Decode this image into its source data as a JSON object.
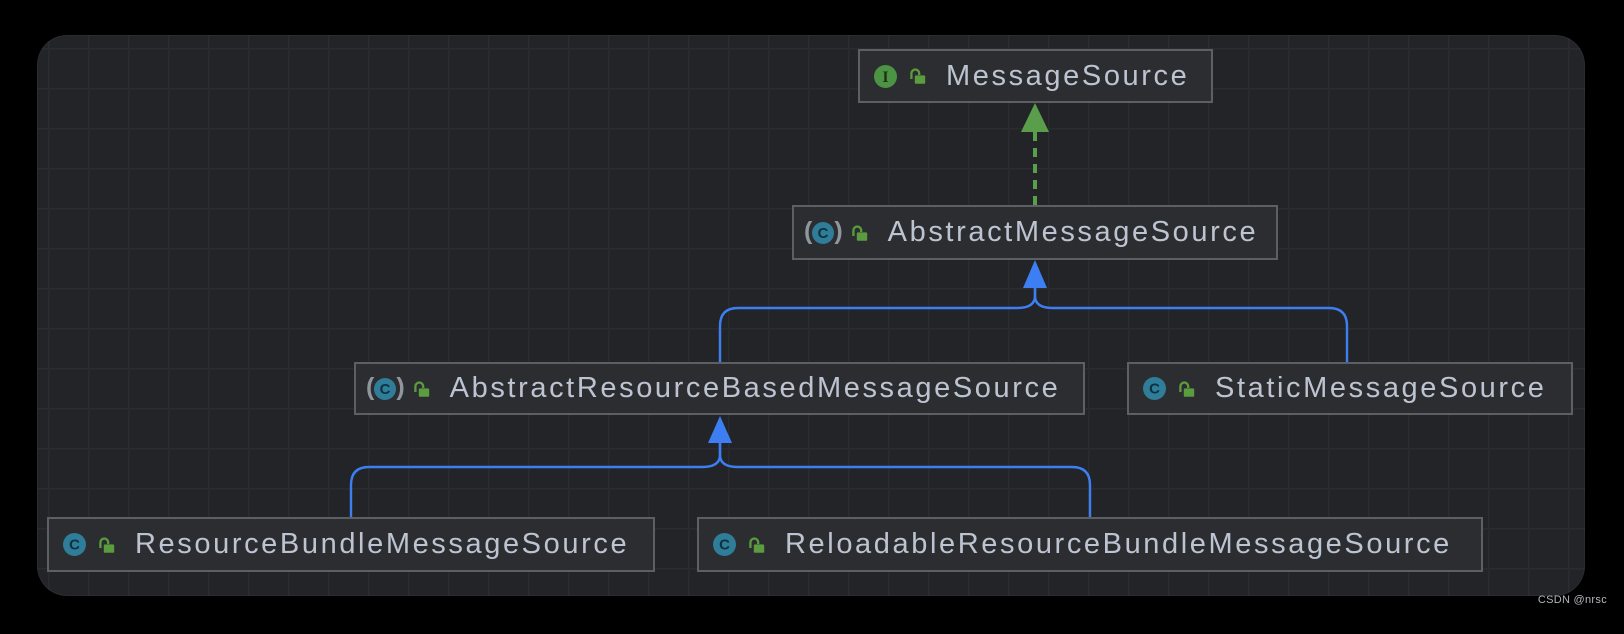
{
  "diagram": {
    "title_hint": "UML class hierarchy of Spring MessageSource",
    "nodes": [
      {
        "label": "MessageSource",
        "kind": "interface",
        "visibility": "public"
      },
      {
        "label": "AbstractMessageSource",
        "kind": "abstract-class",
        "visibility": "public"
      },
      {
        "label": "AbstractResourceBasedMessageSource",
        "kind": "abstract-class",
        "visibility": "public"
      },
      {
        "label": "StaticMessageSource",
        "kind": "class",
        "visibility": "public"
      },
      {
        "label": "ResourceBundleMessageSource",
        "kind": "class",
        "visibility": "public"
      },
      {
        "label": "ReloadableResourceBundleMessageSource",
        "kind": "class",
        "visibility": "public"
      }
    ],
    "edges": [
      {
        "from": "AbstractMessageSource",
        "to": "MessageSource",
        "type": "implements",
        "style": "dashed",
        "color": "#5a9e4c"
      },
      {
        "from": "AbstractResourceBasedMessageSource",
        "to": "AbstractMessageSource",
        "type": "extends",
        "style": "solid",
        "color": "#3d7ff2"
      },
      {
        "from": "StaticMessageSource",
        "to": "AbstractMessageSource",
        "type": "extends",
        "style": "solid",
        "color": "#3d7ff2"
      },
      {
        "from": "ResourceBundleMessageSource",
        "to": "AbstractResourceBasedMessageSource",
        "type": "extends",
        "style": "solid",
        "color": "#3d7ff2"
      },
      {
        "from": "ReloadableResourceBundleMessageSource",
        "to": "AbstractResourceBasedMessageSource",
        "type": "extends",
        "style": "solid",
        "color": "#3d7ff2"
      }
    ],
    "colors": {
      "page_background": "#000000",
      "canvas_background": "#232428",
      "grid_line": "#2a2c2f",
      "node_background": "#2b2d30",
      "node_border": "#5c5f63",
      "node_text": "#bdc4d1",
      "extends_edge_blue": "#3d7ff2",
      "implements_edge_green": "#5a9e4c",
      "interface_icon_green": "#4d9344",
      "class_icon_teal": "#2f7d99",
      "lock_icon_green": "#5b9c3e"
    }
  },
  "icons": {
    "interface_letter": "I",
    "class_letter": "C",
    "paren_left": "(",
    "paren_right": ")"
  },
  "watermark": "CSDN @nrsc"
}
